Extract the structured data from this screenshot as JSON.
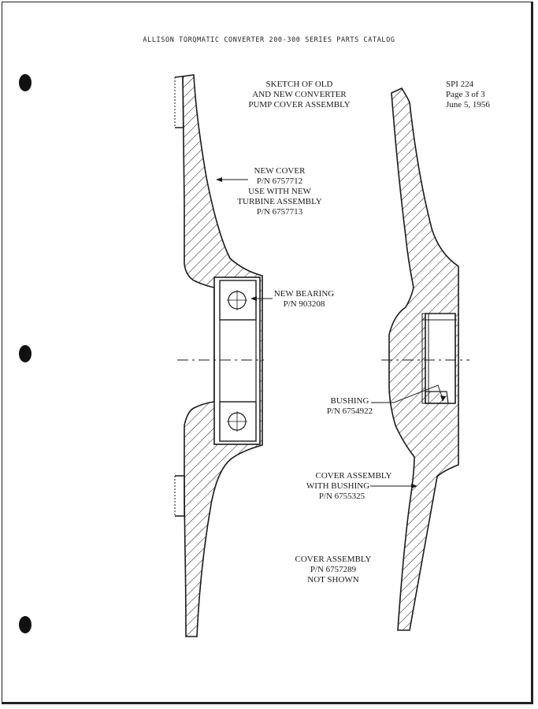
{
  "header": {
    "title": "ALLISON TORQMATIC CONVERTER 200-300 SERIES PARTS CATALOG"
  },
  "sheet": {
    "title_lines": [
      "SKETCH OF OLD",
      "AND NEW CONVERTER",
      "PUMP COVER ASSEMBLY"
    ],
    "spi": "SPI 224",
    "page": "Page 3 of 3",
    "date": "June 5, 1956"
  },
  "callouts": {
    "new_cover": [
      "NEW COVER",
      "P/N 6757712",
      "USE WITH NEW",
      "TURBINE ASSEMBLY",
      "P/N 6757713"
    ],
    "new_bearing": [
      "NEW BEARING",
      "P/N 903208"
    ],
    "bushing": [
      "BUSHING",
      "P/N 6754922"
    ],
    "cover_assembly_bushing": [
      "COVER ASSEMBLY",
      "WITH BUSHING",
      "P/N 6755325"
    ],
    "cover_assembly_not_shown": [
      "COVER ASSEMBLY",
      "P/N 6757289",
      "NOT SHOWN"
    ]
  },
  "colors": {
    "ink": "#1a1a1a",
    "paper": "#ffffff"
  }
}
